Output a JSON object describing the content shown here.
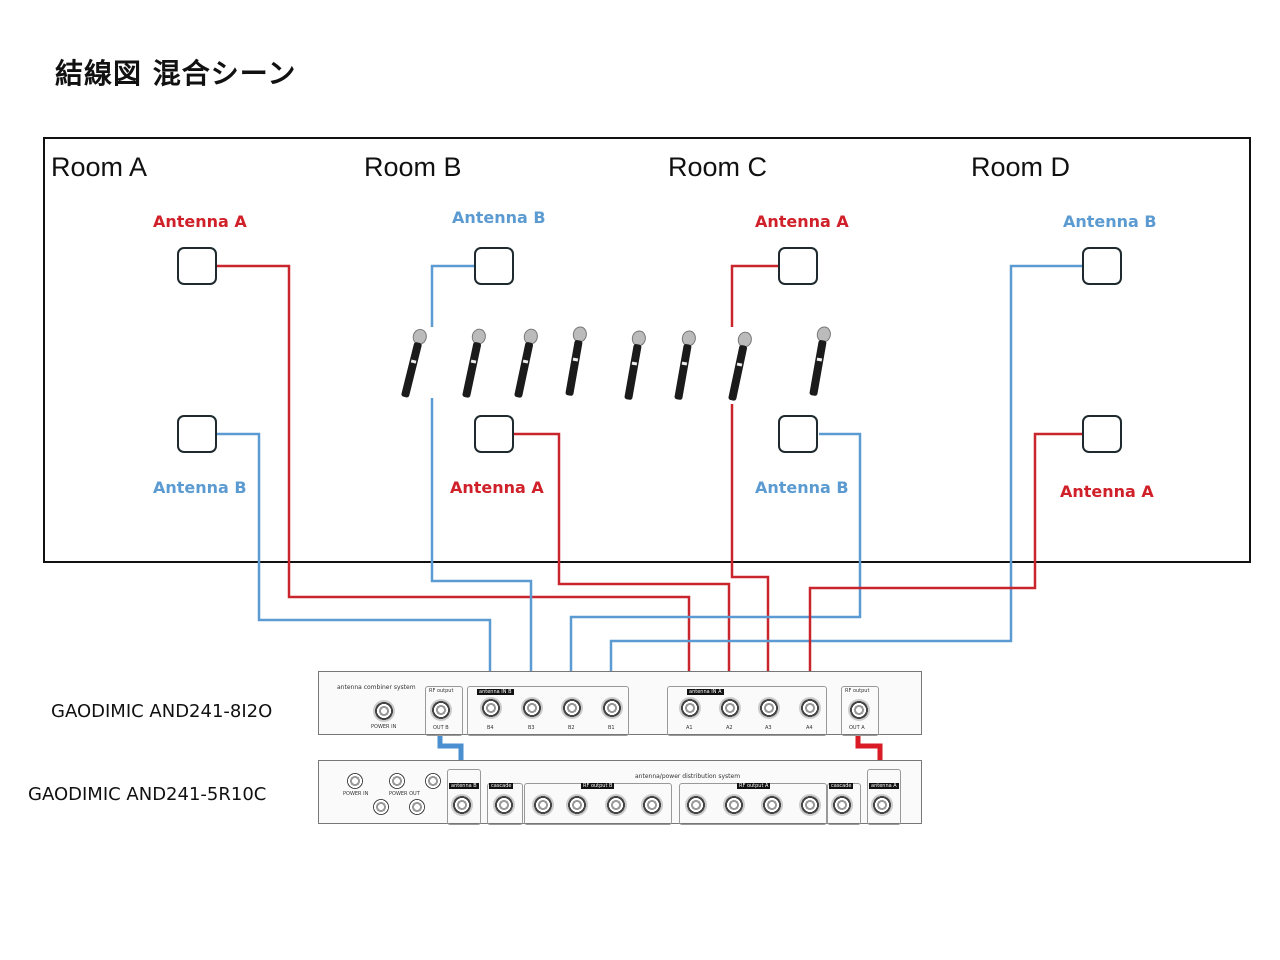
{
  "title": "結線図 混合シーン",
  "rooms": [
    {
      "label": "Room A",
      "antennas": [
        {
          "label": "Antenna A",
          "type": "A"
        },
        {
          "label": "Antenna B",
          "type": "B"
        }
      ]
    },
    {
      "label": "Room B",
      "antennas": [
        {
          "label": "Antenna B",
          "type": "B"
        },
        {
          "label": "Antenna A",
          "type": "A"
        }
      ]
    },
    {
      "label": "Room C",
      "antennas": [
        {
          "label": "Antenna A",
          "type": "A"
        },
        {
          "label": "Antenna B",
          "type": "B"
        }
      ]
    },
    {
      "label": "Room D",
      "antennas": [
        {
          "label": "Antenna B",
          "type": "B"
        },
        {
          "label": "Antenna A",
          "type": "A"
        }
      ]
    }
  ],
  "microphone_count": 8,
  "devices": {
    "combiner": {
      "label": "GAODIMIC AND241-8I2O",
      "system_name": "antenna combiner system",
      "power_in": "POWER IN",
      "rf_output": "RF output",
      "out_b": "OUT B",
      "out_a": "OUT A",
      "bank_b_title": "antenna IN B",
      "bank_a_title": "antenna IN A",
      "bank_b_ports": [
        "B4",
        "B3",
        "B2",
        "B1"
      ],
      "bank_a_ports": [
        "A1",
        "A2",
        "A3",
        "A4"
      ]
    },
    "distributor": {
      "label": "GAODIMIC AND241-5R10C",
      "system_name": "antenna/power distribution system",
      "power_in": "POWER IN",
      "power_out": "POWER OUT",
      "antenna_b": "antenna B",
      "antenna_a": "antenna A",
      "cascade": "cascade",
      "rf_output_b": "RF output B",
      "rf_output_a": "RF output A"
    }
  },
  "colors": {
    "antenna_a": "#d0202a",
    "antenna_b": "#5b9bd1",
    "frame": "#111111"
  }
}
